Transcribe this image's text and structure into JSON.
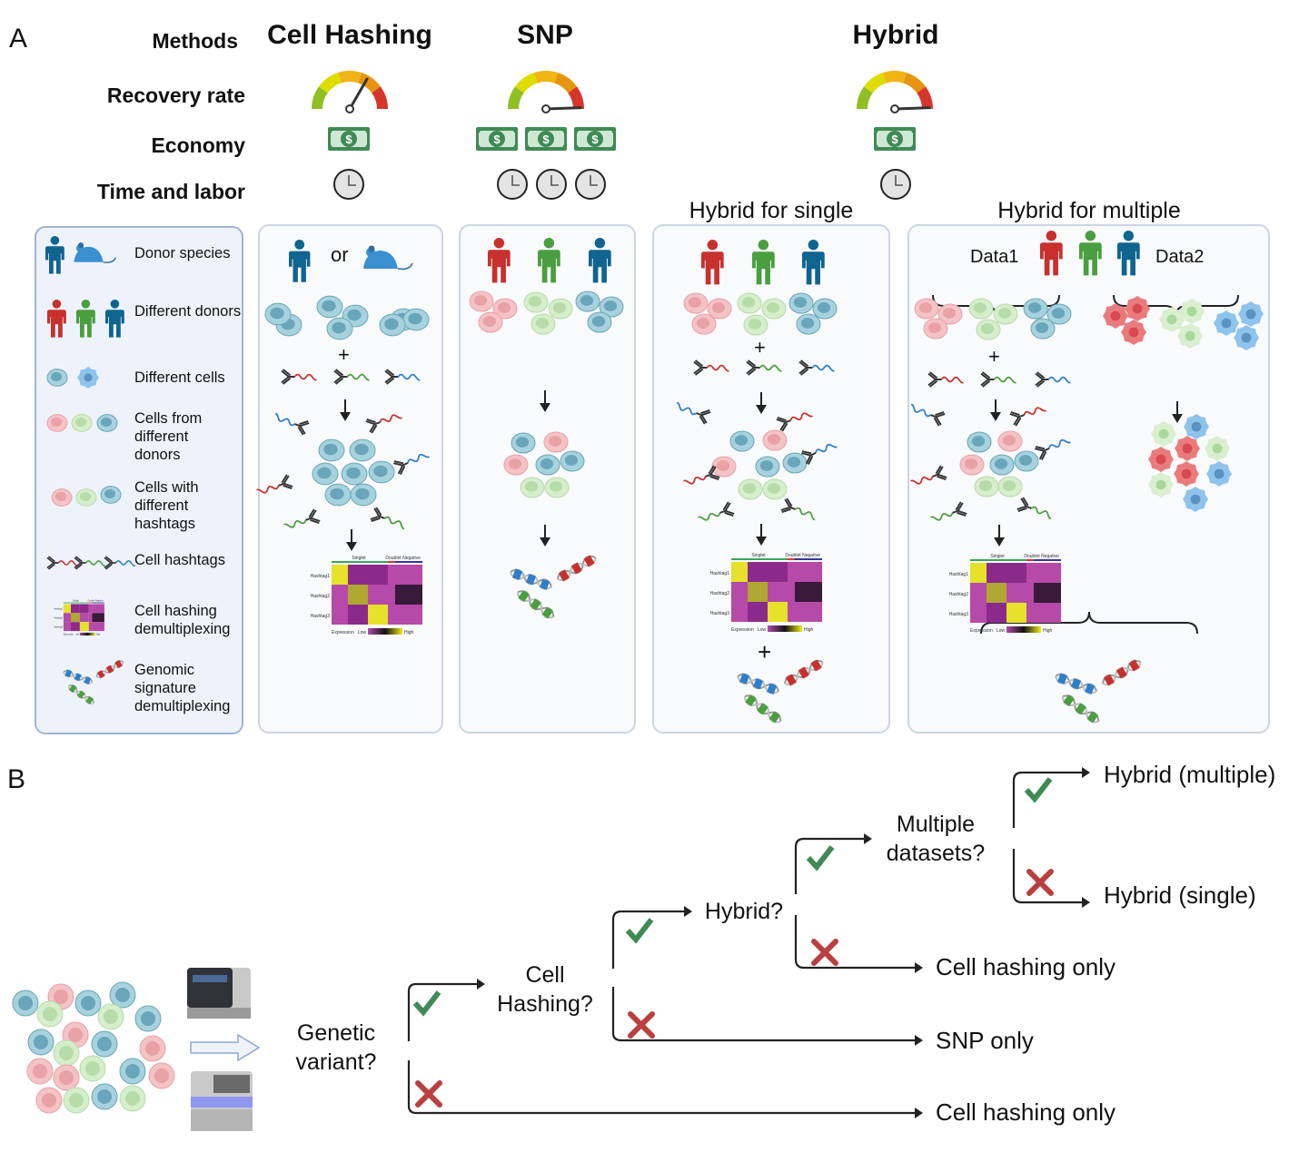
{
  "panel_a": {
    "label": "A",
    "row_labels": {
      "methods": "Methods",
      "recovery_rate": "Recovery rate",
      "economy": "Economy",
      "time_labor": "Time and labor"
    },
    "methods": [
      {
        "name": "Cell Hashing",
        "recovery_level": "high",
        "economy_bills": 1,
        "time_clocks": 1
      },
      {
        "name": "SNP",
        "recovery_level": "max",
        "economy_bills": 3,
        "time_clocks": 3
      },
      {
        "name": "Hybrid",
        "recovery_level": "max",
        "economy_bills": 1,
        "time_clocks": 1
      }
    ],
    "legend": [
      {
        "icon": "human-and-mouse-icon",
        "text": "Donor species"
      },
      {
        "icon": "three-donors-icon",
        "text": "Different donors"
      },
      {
        "icon": "two-cell-types-icon",
        "text": "Different cells"
      },
      {
        "icon": "donor-cells-icon",
        "text": "Cells from different donors"
      },
      {
        "icon": "hashtagged-cells-icon",
        "text": "Cells with different hashtags"
      },
      {
        "icon": "hashtag-antibody-icon",
        "text": "Cell hashtags"
      },
      {
        "icon": "heatmap-icon",
        "text": "Cell hashing demultiplexing"
      },
      {
        "icon": "dna-icon",
        "text": "Genomic signature demultiplexing"
      }
    ],
    "cell_hashing_panel": {
      "or_text": "or",
      "plus": "+"
    },
    "hybrid_single": {
      "title": "Hybrid for single",
      "plus": "+",
      "plus2": "+"
    },
    "hybrid_multiple": {
      "title": "Hybrid for multiple",
      "data1": "Data1",
      "data2": "Data2",
      "plus": "+"
    },
    "heatmap": {
      "groups": [
        "Singlet",
        "Doublet",
        "Negative"
      ],
      "rows": [
        "Hashtag1",
        "Hashtag2",
        "Hashtag3"
      ],
      "legend_label": "Expression",
      "low": "Low",
      "high": "High"
    },
    "colors": {
      "donor_red": "#c8302e",
      "donor_green": "#4a9e3f",
      "donor_blue": "#0f6490",
      "mouse": "#3a8fd0",
      "cell_blue": "#a6d2de",
      "cell_pink": "#f4c3c6",
      "cell_green": "#d6eecb",
      "money": "#3f8a55",
      "gauge": [
        "#8fbf22",
        "#dedc00",
        "#f0b414",
        "#e79410",
        "#d6352a"
      ]
    }
  },
  "panel_b": {
    "label": "B",
    "questions": {
      "genetic": "Genetic variant?",
      "cell_hashing": "Cell Hashing?",
      "hybrid": "Hybrid?",
      "multiple": "Multiple datasets?"
    },
    "outcomes": {
      "hybrid_multiple": "Hybrid (multiple)",
      "hybrid_single": "Hybrid (single)",
      "cell_hashing_only_1": "Cell hashing only",
      "snp_only": "SNP only",
      "cell_hashing_only_2": "Cell hashing only"
    },
    "colors": {
      "check": "#3f8a55",
      "cross": "#b9403f"
    }
  }
}
